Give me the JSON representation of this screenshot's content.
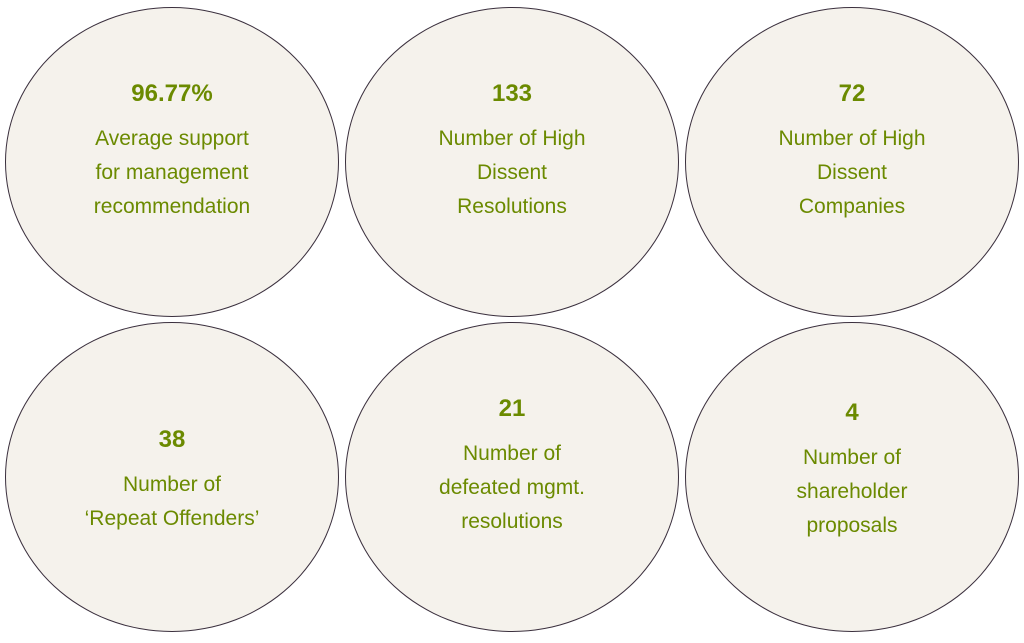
{
  "stats": [
    {
      "value": "96.77%",
      "label": "Average support\nfor management\nrecommendation"
    },
    {
      "value": "133",
      "label": "Number of High\nDissent\nResolutions"
    },
    {
      "value": "72",
      "label": "Number of High\nDissent\nCompanies"
    },
    {
      "value": "38",
      "label": "Number of\n‘Repeat Offenders’"
    },
    {
      "value": "21",
      "label": "Number of\ndefeated mgmt.\nresolutions"
    },
    {
      "value": "4",
      "label": "Number of\nshareholder\nproposals"
    }
  ],
  "colors": {
    "circle_fill": "#f5f2ec",
    "circle_border": "#3a2f3d",
    "text_green": "#6b8a00"
  }
}
